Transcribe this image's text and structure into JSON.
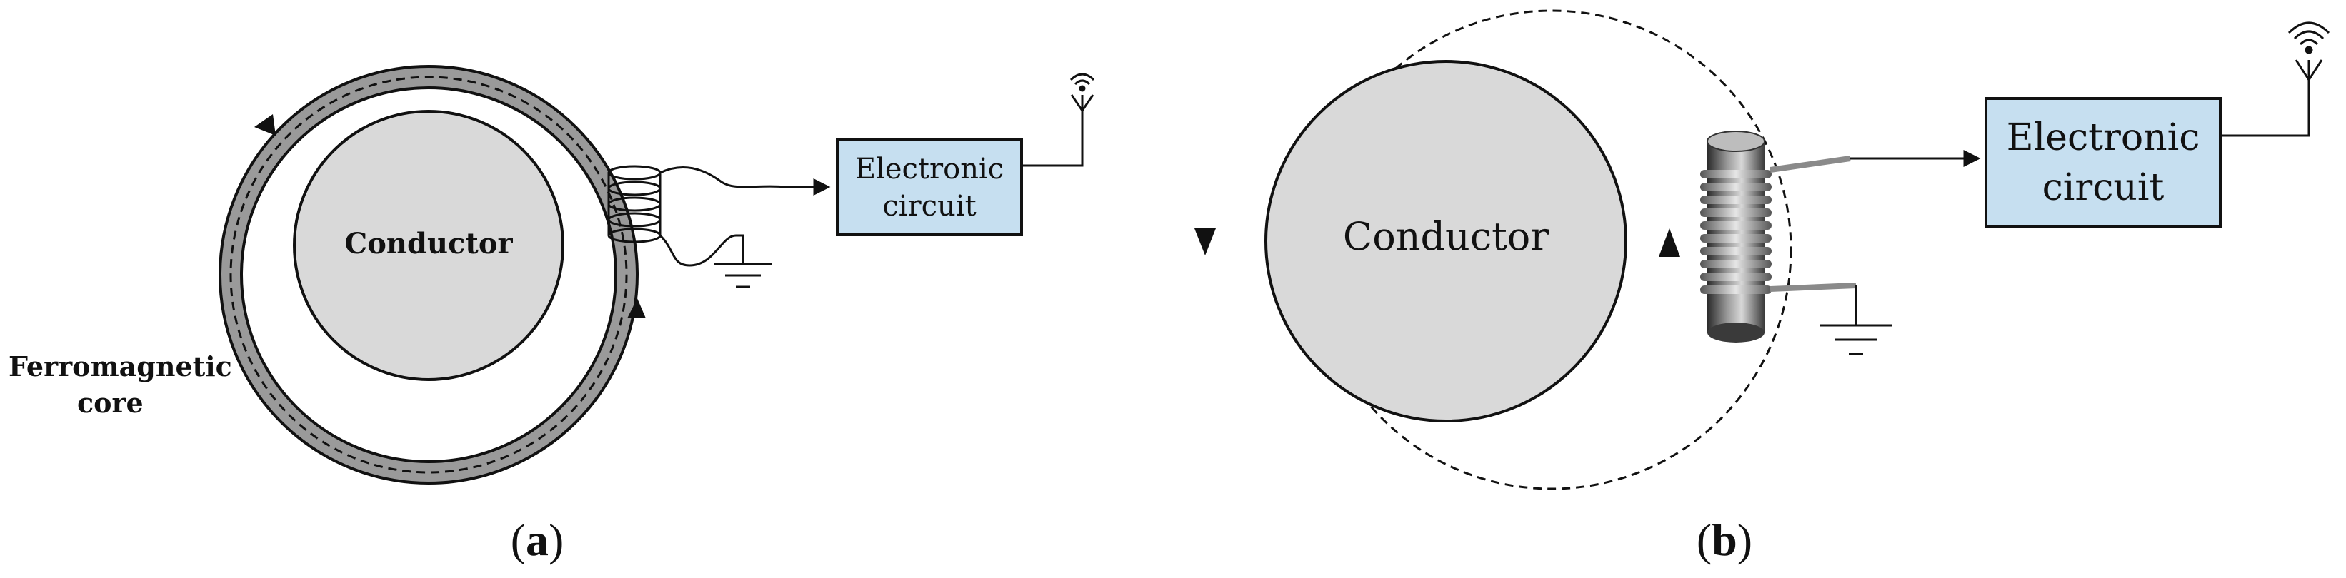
{
  "panel_a": {
    "conductor_label": "Conductor",
    "core_label_line1": "Ferromagnetic",
    "core_label_line2": "core",
    "box_line1": "Electronic",
    "box_line2": "circuit",
    "panel_label_open": "(",
    "panel_label_letter": "a",
    "panel_label_close": ")"
  },
  "panel_b": {
    "conductor_label": "Conductor",
    "box_line1": "Electronic",
    "box_line2": "circuit",
    "panel_label_open": "(",
    "panel_label_letter": "b",
    "panel_label_close": ")"
  },
  "colors": {
    "conductor_fill": "#d9d9d9",
    "core_fill": "#9a9a9a",
    "box_fill": "#c6dff0",
    "stroke": "#111111"
  },
  "icons": [
    "antenna-icon",
    "ground-icon",
    "coil-icon"
  ]
}
